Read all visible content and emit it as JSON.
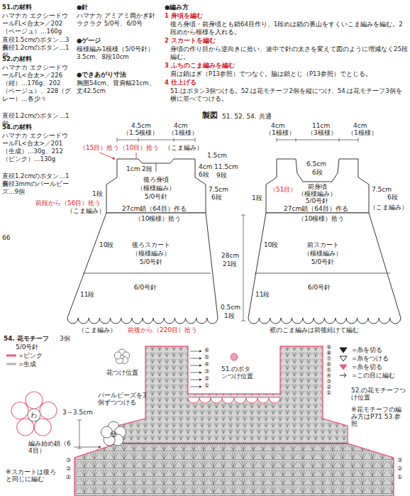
{
  "diagram": {
    "nodes": [
      {
        "text": [
          "後ろ身頃",
          "（模様編み）",
          "5/0号針"
        ]
      },
      {
        "text": [
          "後ろスカート",
          "（模様編み）",
          "5/0号針",
          "6/0号針"
        ]
      },
      {
        "text": [
          "前身頃",
          "（模様編み）",
          "5/0号針"
        ]
      },
      {
        "text": [
          "前スカート",
          "（模様編み）",
          "5/0号針",
          "6/0号針"
        ]
      }
    ],
    "labels": [
      "51.の材料",
      "ハマナカ エクシードウールFL<合太>／202（ベージュ）…160g",
      "直径1.5cmのボタン…3個",
      "直径1.2cmのボタン…1個",
      "52.の材料",
      "ハマナカ エクシードウールFL<合太>／226（紺）…176g、202（ベージュ）、228（グレー）…各少々",
      "直径1.2cmのボタン…1個",
      "54.の材料",
      "ハマナカ エクシードウールFL<合太>／201（生成）…30g、212（ピンク）…130g",
      "直径1.2cmのボタン…1個",
      "直径3mmのパールビーズ…9個",
      "66",
      "●針",
      "ハマナカ アミアミ両かぎ針ラクラク 5/0号、6/0号",
      "●ゲージ",
      "模様編み1模様（5/0号針）3.5cm、8段10cm",
      "●できあがり寸法",
      "胸囲54cm、背肩幅21cm、丈42.5cm",
      "●編み方",
      "1 身頃を編む",
      "後ろ身頃・前身頃とも鎖64目作り、1段めは鎖の裏山をすくいこま編みを編む。2段めから模様を入れる。",
      "2 スカートを編む",
      "身頃の作り目から逆向きに拾い、途中で針の太さを変えて図のように増減なく25段編む。",
      "3 ふちのこま編みを編む",
      "肩は鎖はぎ（P13参照）でつなぐ。脇は鎖とじ（P13参照）でとじる。",
      "4 仕上げる",
      "51.はボタン3個つける。52.は花モチーフ2個を縦につけ、54.は花モチーフ3個を横に並べてつける。",
      "製図",
      "51. 52. 54. 共通",
      "4.5cm",
      "（1.5模様）",
      "4cm",
      "（1模様）",
      "（15目）拾う",
      "（10目）拾う",
      "（こま編み）",
      "1.5cm",
      "1cm",
      "2段",
      "4cm",
      "6段",
      "11.5cm",
      "9段",
      "7.5cm",
      "6段",
      "前段から（56目）拾う",
      "（こま編み）",
      "1段",
      "27cm鎖（64目）作る",
      "（10模様）拾う",
      "10段",
      "28cm",
      "21段",
      "11段",
      "0.5cm",
      "1段",
      "（こま編み）",
      "前後から（220目）拾う",
      "4cm",
      "（1模様）",
      "11cm",
      "（3模様）",
      "4cm",
      "（1模様）",
      "6.5cm",
      "6段",
      "（51目）",
      "7.5cm",
      "6段",
      "1段",
      "（こま編み）",
      "27cm鎖（64目）作る",
      "（10模様）拾う",
      "10段",
      "11段",
      "裾のこま編みは前後続けて編む",
      "54. 花モチーフ",
      "3個",
      "5/0号針",
      "わ",
      "パールビーズを3個ずつつける",
      "3～3.5cm",
      "花つけ位置",
      "51.のボタンつけ位置",
      "編み始め鎖（64目）",
      "※スカートは後ろと同じに編む",
      "52.の花モチーフつけ位置",
      "※花モチーフの編み方はP71 53.参照",
      "⑥",
      "⑤",
      "④",
      "③",
      "②",
      "①",
      "⑨",
      "⑧",
      "⑦",
      "⑥",
      "⑤",
      "④",
      "③",
      "②",
      "①",
      "③",
      "②",
      "①",
      "③",
      "②",
      "①"
    ],
    "legend": [
      {
        "text": "=ピンク",
        "color": "#e8607f"
      },
      {
        "text": "=生成",
        "color": "#b9b3a3"
      },
      {
        "text": "=糸を切る"
      },
      {
        "text": "=糸をつける"
      },
      {
        "text": "=糸を切る"
      },
      {
        "text": "=この目に編む"
      }
    ]
  }
}
